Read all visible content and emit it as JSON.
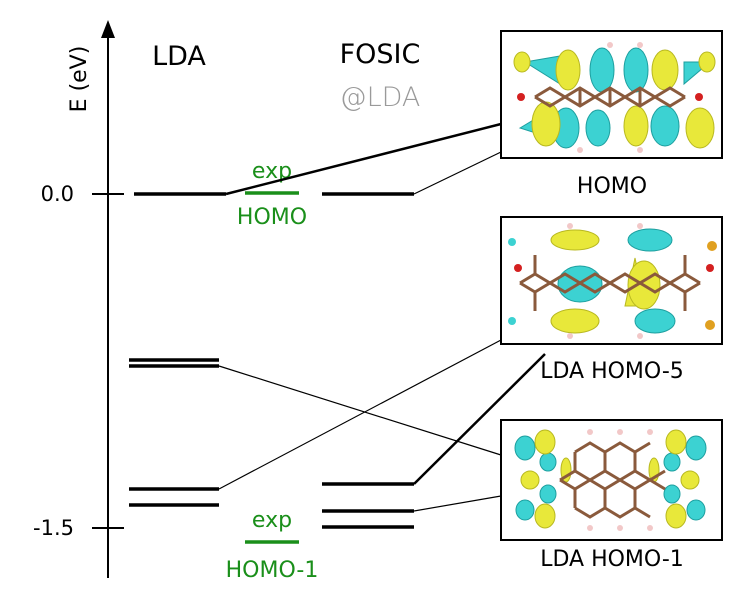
{
  "axis": {
    "ylabel": "E (eV)",
    "ticks": [
      "0.0",
      "-1.5"
    ]
  },
  "columns": {
    "lda": "LDA",
    "fosic_line1": "FOSIC",
    "fosic_line2": "@LDA"
  },
  "exp": {
    "homo_top": "exp",
    "homo_bottom": "HOMO",
    "homo1_top": "exp",
    "homo1_bottom": "HOMO-1"
  },
  "orbitals": {
    "homo": "HOMO",
    "lda_homo5": "LDA HOMO-5",
    "lda_homo1": "LDA HOMO-1"
  },
  "colors": {
    "exp": "#1a8f1a",
    "lobe_cyan": "#3cd2d2",
    "lobe_yellow": "#e8e83a",
    "atom_carbon": "#8a5a3c",
    "atom_oxygen": "#d42020",
    "atom_hydrogen": "#f2c8c8",
    "gray_text": "#9a9a9a"
  }
}
